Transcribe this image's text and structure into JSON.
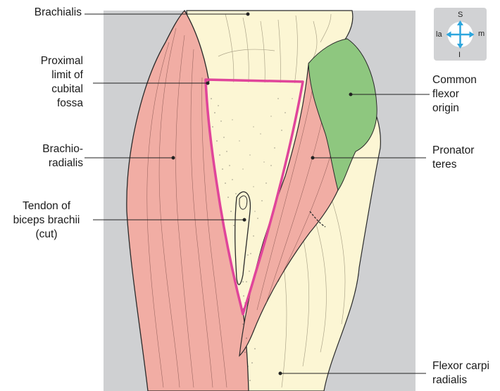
{
  "labels": {
    "brachialis": "Brachialis",
    "proximal_limit": [
      "Proximal",
      "limit of",
      "cubital",
      "fossa"
    ],
    "brachioradialis": [
      "Brachio-",
      "radialis"
    ],
    "biceps_tendon": [
      "Tendon of",
      "biceps brachii",
      "(cut)"
    ],
    "common_flexor_origin": [
      "Common",
      "flexor",
      "origin"
    ],
    "pronator_teres": [
      "Pronator",
      "teres"
    ],
    "flexor_carpi_radialis": [
      "Flexor carpi",
      "radialis"
    ]
  },
  "compass": {
    "superior": "S",
    "inferior": "I",
    "lateral": "la",
    "medial": "m"
  },
  "colors": {
    "background_panel": "#cfd0d2",
    "muscle_red": "#f1ada4",
    "tendon_cream": "#fcf6d4",
    "flexor_green": "#8ec77f",
    "fossa_boundary": "#e0459a",
    "compass_arrow": "#2da6dd"
  }
}
